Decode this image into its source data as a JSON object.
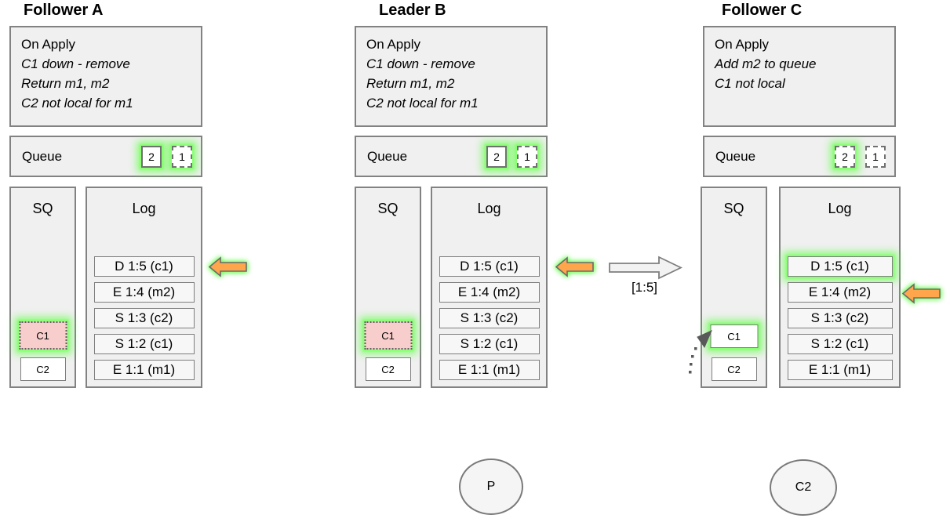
{
  "columns": [
    {
      "title": "Follower A",
      "on_apply": {
        "heading": "On Apply",
        "lines": [
          "C1 down - remove",
          "Return m1, m2",
          "C2 not local for m1"
        ]
      },
      "queue": {
        "label": "Queue",
        "items": [
          {
            "label": "2",
            "border": "solid",
            "glow": true
          },
          {
            "label": "1",
            "border": "dashed",
            "glow": true
          }
        ]
      },
      "sq": {
        "label": "SQ",
        "items": [
          {
            "label": "C1",
            "fill": "#f8cecc",
            "border": "dotted",
            "glow": true
          },
          {
            "label": "C2",
            "fill": "#ffffff",
            "border": "solid",
            "glow": false
          }
        ]
      },
      "log": {
        "label": "Log",
        "entries": [
          {
            "text": "D 1:5 (c1)",
            "glow": false
          },
          {
            "text": "E 1:4 (m2)",
            "glow": false
          },
          {
            "text": "S 1:3 (c2)",
            "glow": false
          },
          {
            "text": "S 1:2 (c1)",
            "glow": false
          },
          {
            "text": "E 1:1 (m1)",
            "glow": false
          }
        ]
      }
    },
    {
      "title": "Leader B",
      "on_apply": {
        "heading": "On Apply",
        "lines": [
          "C1 down - remove",
          "Return m1, m2",
          "C2 not local for m1"
        ]
      },
      "queue": {
        "label": "Queue",
        "items": [
          {
            "label": "2",
            "border": "solid",
            "glow": true
          },
          {
            "label": "1",
            "border": "dashed",
            "glow": true
          }
        ]
      },
      "sq": {
        "label": "SQ",
        "items": [
          {
            "label": "C1",
            "fill": "#f8cecc",
            "border": "dotted",
            "glow": true
          },
          {
            "label": "C2",
            "fill": "#ffffff",
            "border": "solid",
            "glow": false
          }
        ]
      },
      "log": {
        "label": "Log",
        "entries": [
          {
            "text": "D 1:5 (c1)",
            "glow": false
          },
          {
            "text": "E 1:4 (m2)",
            "glow": false
          },
          {
            "text": "S 1:3 (c2)",
            "glow": false
          },
          {
            "text": "S 1:2 (c1)",
            "glow": false
          },
          {
            "text": "E 1:1 (m1)",
            "glow": false
          }
        ]
      }
    },
    {
      "title": "Follower C",
      "on_apply": {
        "heading": "On Apply",
        "lines": [
          "Add m2 to queue",
          "C1 not local"
        ]
      },
      "queue": {
        "label": "Queue",
        "items": [
          {
            "label": "2",
            "border": "dashed",
            "glow": true
          },
          {
            "label": "1",
            "border": "dashed",
            "glow": false
          }
        ]
      },
      "sq": {
        "label": "SQ",
        "items": [
          {
            "label": "C1",
            "fill": "#ffffff",
            "border": "solid",
            "glow": true
          },
          {
            "label": "C2",
            "fill": "#ffffff",
            "border": "solid",
            "glow": false
          }
        ]
      },
      "log": {
        "label": "Log",
        "entries": [
          {
            "text": "D 1:5 (c1)",
            "glow": true
          },
          {
            "text": "E 1:4 (m2)",
            "glow": false
          },
          {
            "text": "S 1:3 (c2)",
            "glow": false
          },
          {
            "text": "S 1:2 (c1)",
            "glow": false
          },
          {
            "text": "E 1:1 (m1)",
            "glow": false
          }
        ]
      }
    }
  ],
  "arrows": [
    {
      "name": "apply-pointer-a",
      "direction": "left",
      "color": "#ffa64c",
      "glow": true,
      "points_at": "D 1:5 (c1)"
    },
    {
      "name": "apply-pointer-b",
      "direction": "left",
      "color": "#ffa64c",
      "glow": true,
      "points_at": "D 1:5 (c1)"
    },
    {
      "name": "replication-arrow",
      "direction": "right",
      "color": "#f5f5f5",
      "label": "[1:5]"
    },
    {
      "name": "apply-pointer-c",
      "direction": "left",
      "color": "#ffa64c",
      "glow": true,
      "points_at": "E 1:4 (m2)"
    },
    {
      "name": "c1-dotted-arrow",
      "style": "dotted",
      "points_at": "C1"
    }
  ],
  "ellipses": [
    {
      "label": "P"
    },
    {
      "label": "C2"
    }
  ],
  "colors": {
    "panel_fill": "#f0f0f0",
    "panel_border": "#828282",
    "glow_green": "#61ff46",
    "down_pink": "#f8cecc",
    "arrow_orange": "#ffa64c"
  }
}
